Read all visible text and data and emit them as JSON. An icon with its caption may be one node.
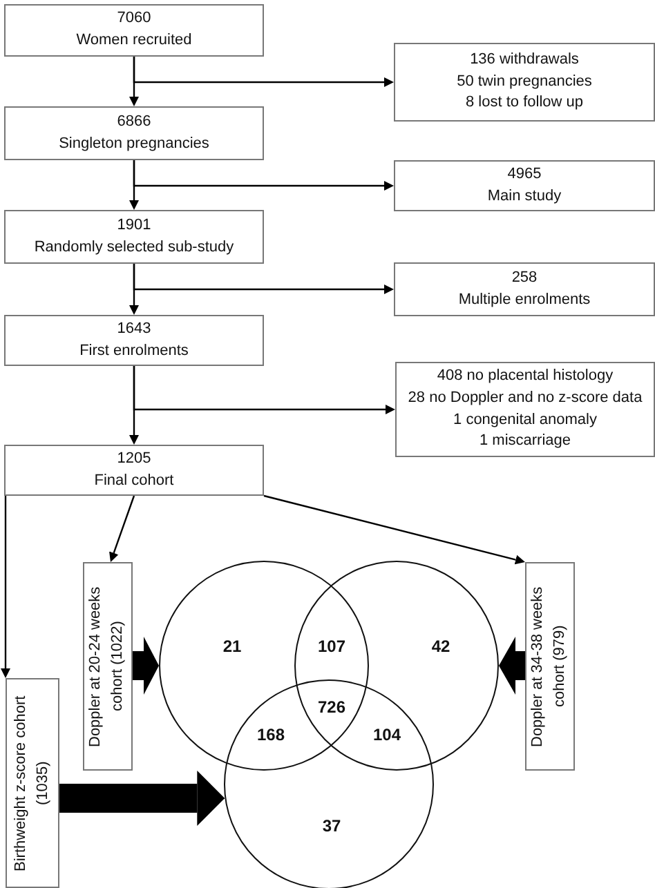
{
  "diagram": {
    "nodes": [
      {
        "text": [
          "7060",
          "Women recruited"
        ]
      },
      {
        "text": [
          "136 withdrawals",
          "50 twin pregnancies",
          "8 lost to follow up"
        ]
      },
      {
        "text": [
          "6866",
          "Singleton pregnancies"
        ]
      },
      {
        "text": [
          "4965",
          "Main study"
        ]
      },
      {
        "text": [
          "1901",
          "Randomly selected sub-study"
        ]
      },
      {
        "text": [
          "258",
          "Multiple enrolments"
        ]
      },
      {
        "text": [
          "1643",
          "First enrolments"
        ]
      },
      {
        "text": [
          "408 no placental histology",
          "28 no Doppler and no z-score data",
          "1 congenital anomaly",
          "1 miscarriage"
        ]
      },
      {
        "text": [
          "1205",
          "Final cohort"
        ]
      },
      {
        "text": [
          "Doppler at 20-24 weeks cohort (1022)"
        ]
      },
      {
        "text": [
          "Doppler at 34-38 weeks cohort (979)"
        ]
      },
      {
        "text": [
          "Birthweight z-score cohort (1035)"
        ]
      },
      {
        "text": [],
        "shape": "circle"
      },
      {
        "text": [],
        "shape": "circle"
      },
      {
        "text": [],
        "shape": "circle"
      }
    ],
    "edges": [
      {
        "from": 0,
        "to": 2,
        "arrow": "to"
      },
      {
        "from": 0,
        "to": 1,
        "arrow": "to"
      },
      {
        "from": 2,
        "to": 4,
        "arrow": "to"
      },
      {
        "from": 2,
        "to": 3,
        "arrow": "to"
      },
      {
        "from": 4,
        "to": 6,
        "arrow": "to"
      },
      {
        "from": 4,
        "to": 5,
        "arrow": "to"
      },
      {
        "from": 6,
        "to": 8,
        "arrow": "to"
      },
      {
        "from": 6,
        "to": 7,
        "arrow": "to"
      },
      {
        "from": 8,
        "to": 9,
        "arrow": "to"
      },
      {
        "from": 8,
        "to": 10,
        "arrow": "to"
      },
      {
        "from": 8,
        "to": 11,
        "arrow": "to"
      },
      {
        "from": 9,
        "to": 12,
        "arrow": "to",
        "style": "thick"
      },
      {
        "from": 10,
        "to": 13,
        "arrow": "to",
        "style": "thick"
      },
      {
        "from": 11,
        "to": 14,
        "arrow": "to",
        "style": "thick"
      }
    ],
    "labels": [
      "21",
      "107",
      "42",
      "726",
      "168",
      "104",
      "37"
    ]
  }
}
